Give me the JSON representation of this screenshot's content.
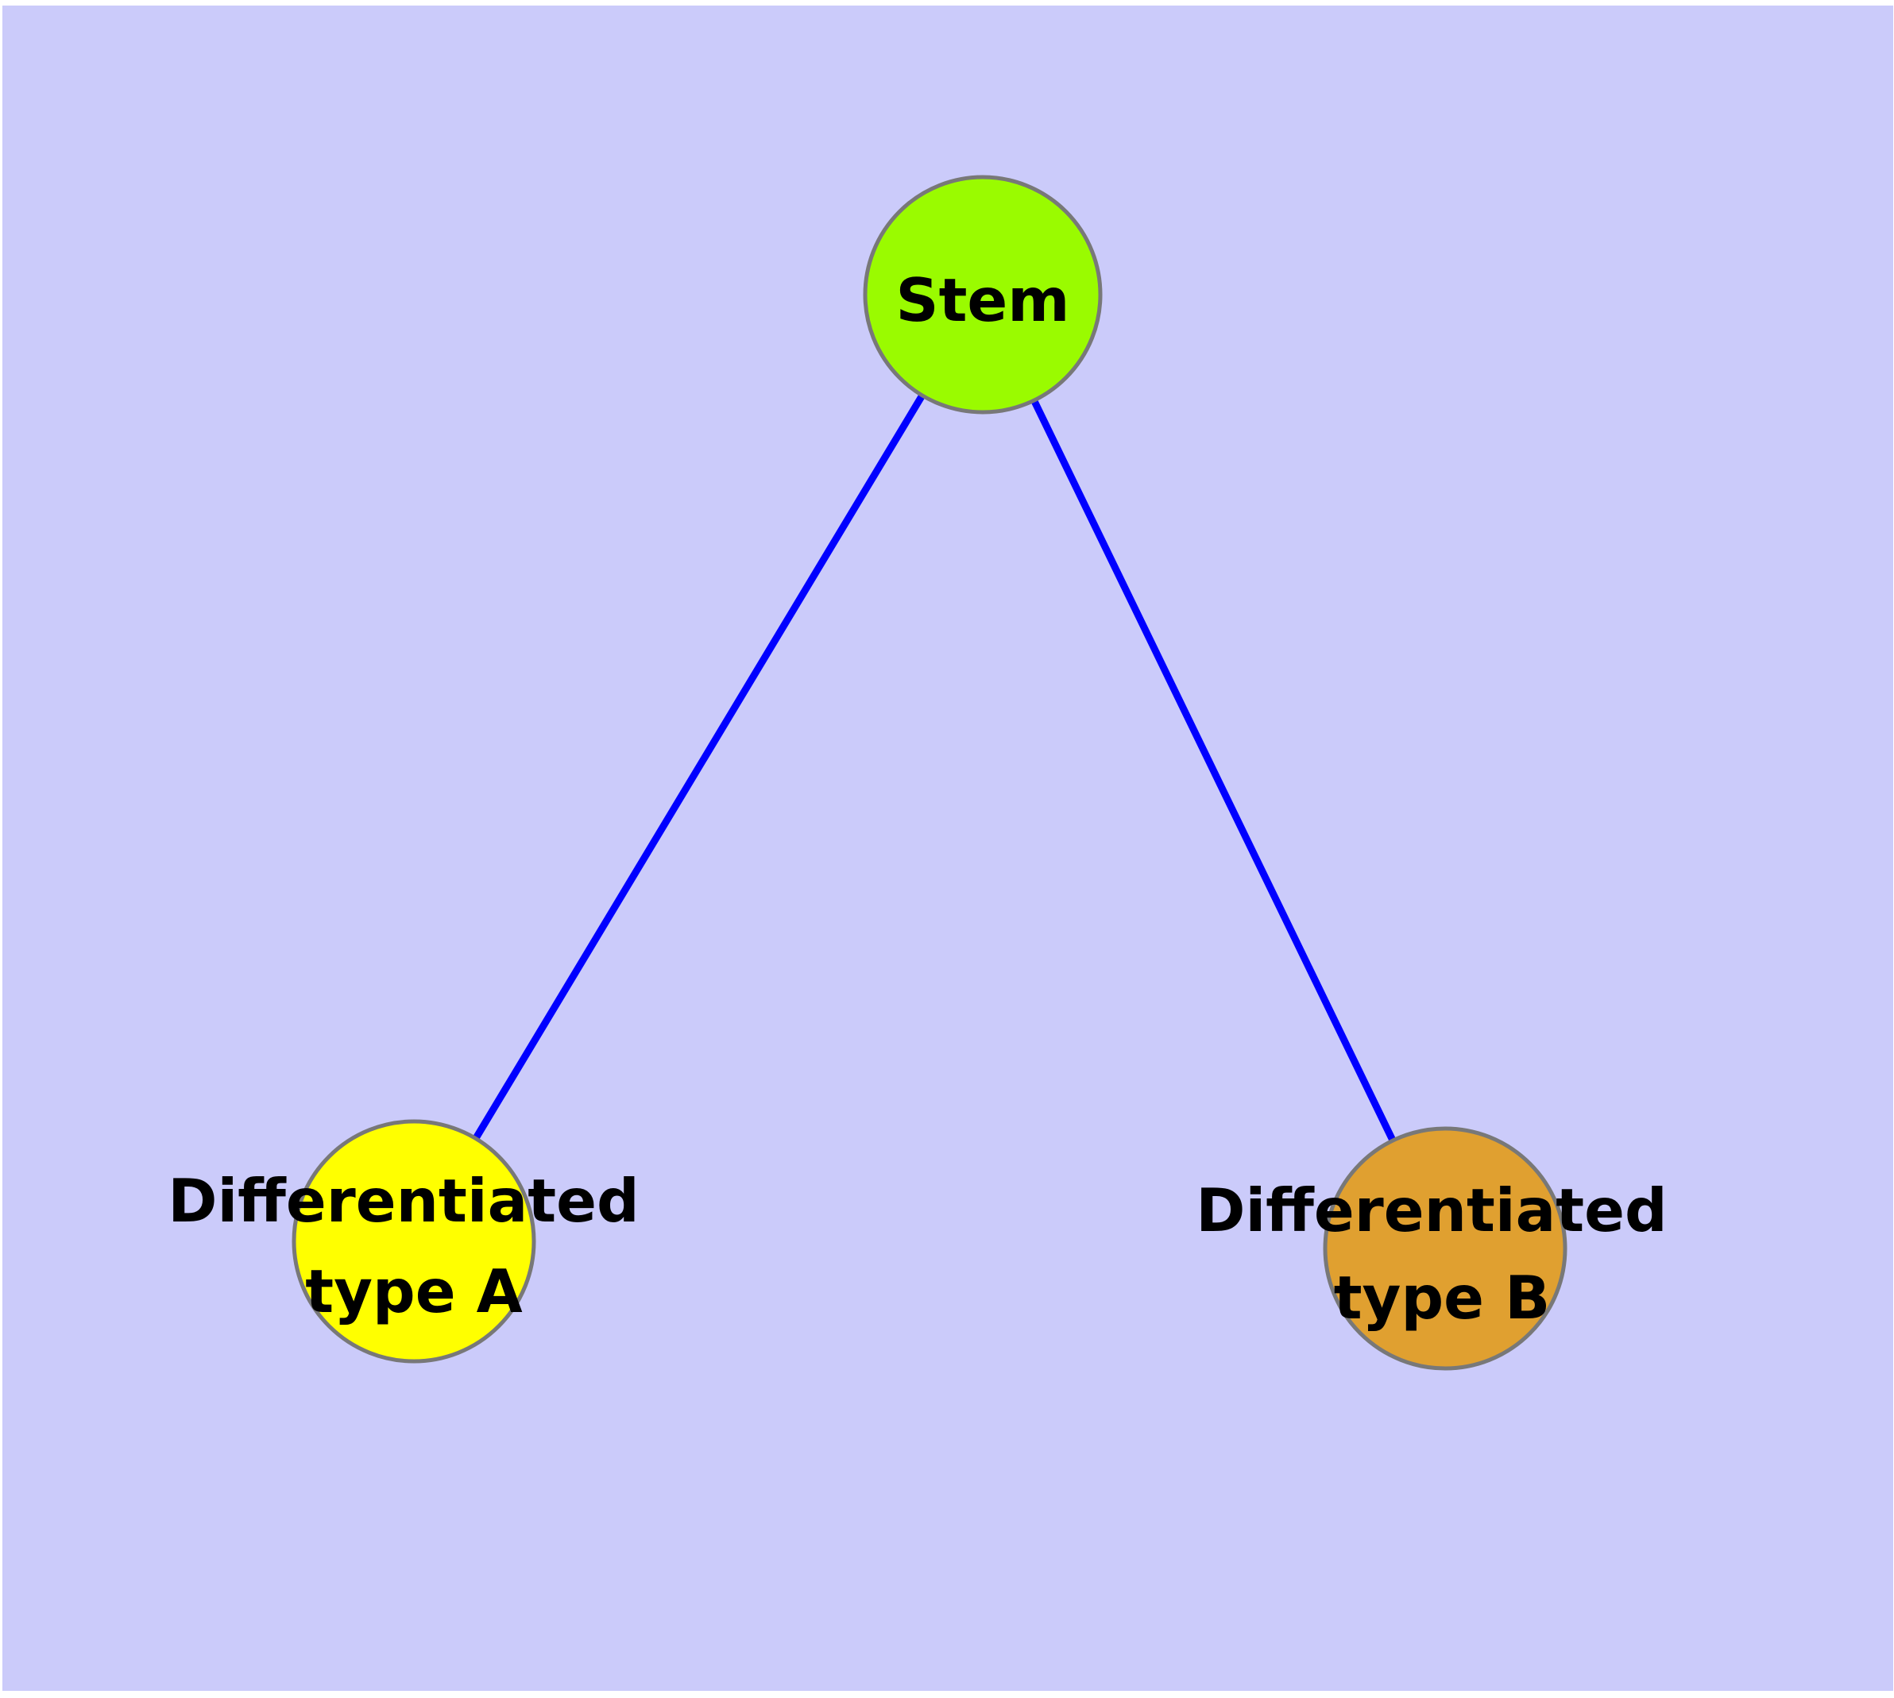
{
  "figure": {
    "description": "Cell differentiation graph diagram",
    "background_color": "#CBCBFA",
    "margin_color": "#FFFFFF",
    "edge_color": "#0000FF",
    "node_border_color": "#787878",
    "label_color": "#000000"
  },
  "nodes": [
    {
      "id": "stem",
      "label": "Stem",
      "fill": "#9AFB00"
    },
    {
      "id": "differentiated-type-a",
      "label_line1": "Differentiated",
      "label_line2": "type A",
      "fill": "#FFFF00"
    },
    {
      "id": "differentiated-type-b",
      "label_line1": "Differentiated",
      "label_line2": "type B",
      "fill": "#E0A030"
    }
  ],
  "edges": [
    {
      "from": "stem",
      "to": "differentiated-type-a"
    },
    {
      "from": "stem",
      "to": "differentiated-type-b"
    }
  ]
}
